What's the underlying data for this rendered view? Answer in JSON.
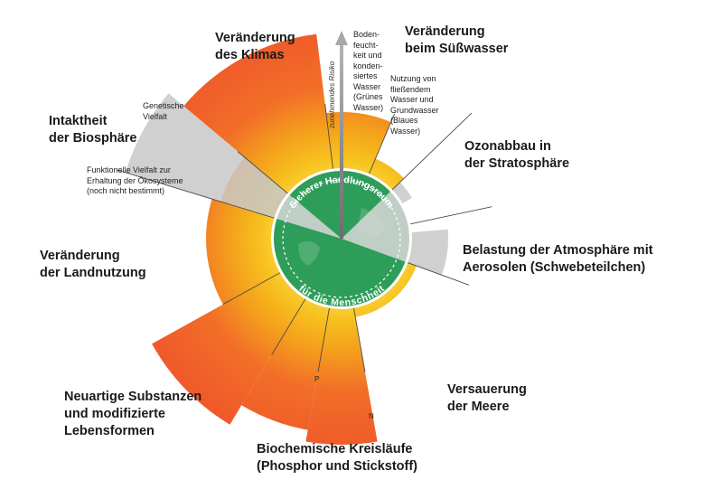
{
  "center": {
    "safe_space_top": "Sicherer Handlungsraum",
    "safe_space_bottom": "für die Menschheit"
  },
  "risk_axis": {
    "label": "zunehmendes Risiko"
  },
  "boundaries": {
    "climate": [
      "Veränderung",
      "des Klimas"
    ],
    "freshwater": [
      "Veränderung",
      "beim Süßwasser"
    ],
    "ozone": [
      "Ozonabbau in",
      "der Stratosphäre"
    ],
    "aerosols": [
      "Belastung der Atmosphäre mit",
      "Aerosolen (Schwebeteilchen)"
    ],
    "acidification": [
      "Versauerung",
      "der Meere"
    ],
    "biogeochemical": [
      "Biochemische Kreisläufe",
      "(Phosphor und Stickstoff)"
    ],
    "novel_entities": [
      "Neuartige Substanzen",
      "und modifizierte",
      "Lebensformen"
    ],
    "land_use": [
      "Veränderung",
      "der Landnutzung"
    ],
    "biosphere": [
      "Intaktheit",
      "der Biosphäre"
    ]
  },
  "sublabels": {
    "genetic_diversity": [
      "Genetische",
      "Vielfalt"
    ],
    "functional_diversity": [
      "Funktionelle Vielfalt zur",
      "Erhaltung der Ökosysteme",
      "(noch nicht bestimmt)"
    ],
    "green_water": [
      "Boden-",
      "feucht-",
      "keit und",
      "konden-",
      "siertes",
      "Wasser",
      "(Grünes",
      "Wasser)"
    ],
    "blue_water": [
      "Nutzung von",
      "fließendem",
      "Wasser  und",
      "Grundwasser",
      "(Blaues",
      "Wasser)"
    ],
    "phosphorus": "P",
    "nitrogen": "N"
  },
  "colors": {
    "safe_green": "#2e9d5a",
    "zone_yellow": "#f7c21e",
    "zone_orange": "#f4a01c",
    "high_risk_red": "#f2572d",
    "not_quantified_grey": "#c8c8c8"
  }
}
